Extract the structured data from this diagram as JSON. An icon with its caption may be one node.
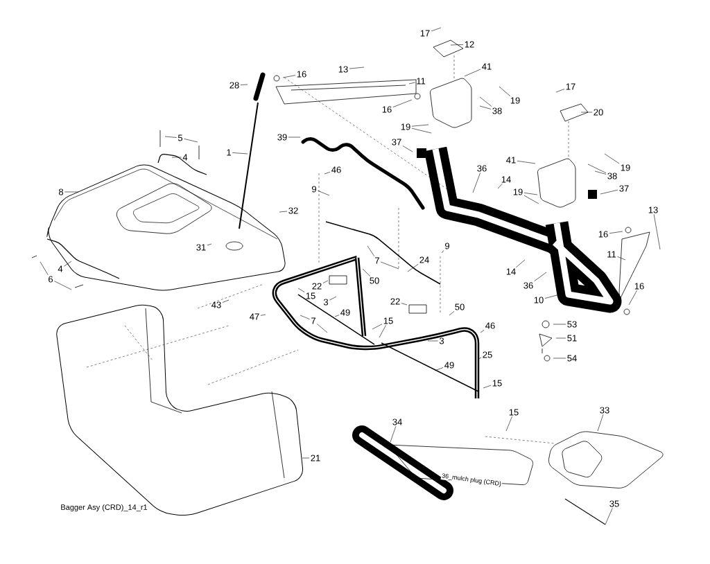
{
  "diagram": {
    "nodes": [
      {
        "text": [
          "17"
        ]
      },
      {
        "text": [
          "12"
        ]
      },
      {
        "text": [
          "41"
        ]
      },
      {
        "text": [
          "13"
        ]
      },
      {
        "text": [
          "16"
        ]
      },
      {
        "text": [
          "11"
        ]
      },
      {
        "text": [
          "28"
        ]
      },
      {
        "text": [
          "17"
        ]
      },
      {
        "text": [
          "19"
        ]
      },
      {
        "text": [
          "16"
        ]
      },
      {
        "text": [
          "38"
        ]
      },
      {
        "text": [
          "20"
        ]
      },
      {
        "text": [
          "19"
        ]
      },
      {
        "text": [
          "39"
        ]
      },
      {
        "text": [
          "5"
        ]
      },
      {
        "text": [
          "37"
        ]
      },
      {
        "text": [
          "4"
        ]
      },
      {
        "text": [
          "1"
        ]
      },
      {
        "text": [
          "41"
        ]
      },
      {
        "text": [
          "19"
        ]
      },
      {
        "text": [
          "36"
        ]
      },
      {
        "text": [
          "46"
        ]
      },
      {
        "text": [
          "38"
        ]
      },
      {
        "text": [
          "14"
        ]
      },
      {
        "text": [
          "37"
        ]
      },
      {
        "text": [
          "9"
        ]
      },
      {
        "text": [
          "19"
        ]
      },
      {
        "text": [
          "8"
        ]
      },
      {
        "text": [
          "13"
        ]
      },
      {
        "text": [
          "32"
        ]
      },
      {
        "text": [
          "16"
        ]
      },
      {
        "text": [
          "9"
        ]
      },
      {
        "text": [
          "31"
        ]
      },
      {
        "text": [
          "11"
        ]
      },
      {
        "text": [
          "24"
        ]
      },
      {
        "text": [
          "7"
        ]
      },
      {
        "text": [
          "4"
        ]
      },
      {
        "text": [
          "14"
        ]
      },
      {
        "text": [
          "6"
        ]
      },
      {
        "text": [
          "50"
        ]
      },
      {
        "text": [
          "36"
        ]
      },
      {
        "text": [
          "22"
        ]
      },
      {
        "text": [
          "16"
        ]
      },
      {
        "text": [
          "15"
        ]
      },
      {
        "text": [
          "10"
        ]
      },
      {
        "text": [
          "22"
        ]
      },
      {
        "text": [
          "3"
        ]
      },
      {
        "text": [
          "43"
        ]
      },
      {
        "text": [
          "50"
        ]
      },
      {
        "text": [
          "49"
        ]
      },
      {
        "text": [
          "47"
        ]
      },
      {
        "text": [
          "7"
        ]
      },
      {
        "text": [
          "15"
        ]
      },
      {
        "text": [
          "53"
        ]
      },
      {
        "text": [
          "46"
        ]
      },
      {
        "text": [
          "51"
        ]
      },
      {
        "text": [
          "3"
        ]
      },
      {
        "text": [
          "25"
        ]
      },
      {
        "text": [
          "54"
        ]
      },
      {
        "text": [
          "49"
        ]
      },
      {
        "text": [
          "15"
        ]
      },
      {
        "text": [
          "33"
        ]
      },
      {
        "text": [
          "15"
        ]
      },
      {
        "text": [
          "34"
        ]
      },
      {
        "text": [
          "21"
        ]
      },
      {
        "text": [
          "35"
        ]
      }
    ],
    "edges": [
      {
        "from": 0,
        "to": null,
        "arrow": "none"
      },
      {
        "from": 1,
        "to": null,
        "arrow": "none"
      },
      {
        "from": 2,
        "to": null,
        "arrow": "none"
      },
      {
        "from": 3,
        "to": null,
        "arrow": "none"
      },
      {
        "from": 4,
        "to": null,
        "arrow": "none"
      },
      {
        "from": 5,
        "to": null,
        "arrow": "none"
      },
      {
        "from": 6,
        "to": null,
        "arrow": "none"
      },
      {
        "from": 7,
        "to": null,
        "arrow": "none"
      },
      {
        "from": 8,
        "to": null,
        "arrow": "none"
      },
      {
        "from": 9,
        "to": null,
        "arrow": "none"
      },
      {
        "from": 10,
        "to": null,
        "arrow": "none"
      },
      {
        "from": 10,
        "to": null,
        "arrow": "none"
      },
      {
        "from": 11,
        "to": null,
        "arrow": "none"
      },
      {
        "from": 12,
        "to": null,
        "arrow": "none"
      },
      {
        "from": 12,
        "to": null,
        "arrow": "none"
      },
      {
        "from": 13,
        "to": null,
        "arrow": "none"
      },
      {
        "from": 14,
        "to": null,
        "arrow": "none"
      },
      {
        "from": 14,
        "to": null,
        "arrow": "none"
      },
      {
        "from": 15,
        "to": null,
        "arrow": "none"
      },
      {
        "from": 16,
        "to": null,
        "arrow": "none"
      },
      {
        "from": 17,
        "to": null,
        "arrow": "none"
      },
      {
        "from": 18,
        "to": null,
        "arrow": "none"
      },
      {
        "from": 19,
        "to": null,
        "arrow": "none"
      },
      {
        "from": 20,
        "to": null,
        "arrow": "none"
      },
      {
        "from": 21,
        "to": null,
        "arrow": "none"
      },
      {
        "from": 22,
        "to": null,
        "arrow": "none"
      },
      {
        "from": 22,
        "to": null,
        "arrow": "none"
      },
      {
        "from": 23,
        "to": null,
        "arrow": "none"
      },
      {
        "from": 24,
        "to": null,
        "arrow": "none"
      },
      {
        "from": 25,
        "to": null,
        "arrow": "none"
      },
      {
        "from": 26,
        "to": null,
        "arrow": "none"
      },
      {
        "from": 26,
        "to": null,
        "arrow": "none"
      },
      {
        "from": 27,
        "to": null,
        "arrow": "none"
      },
      {
        "from": 28,
        "to": null,
        "arrow": "none"
      },
      {
        "from": 29,
        "to": null,
        "arrow": "none"
      },
      {
        "from": 30,
        "to": null,
        "arrow": "none"
      },
      {
        "from": 31,
        "to": null,
        "arrow": "none"
      },
      {
        "from": 32,
        "to": null,
        "arrow": "none"
      },
      {
        "from": 33,
        "to": null,
        "arrow": "none"
      },
      {
        "from": 34,
        "to": null,
        "arrow": "none"
      },
      {
        "from": 35,
        "to": null,
        "arrow": "none"
      },
      {
        "from": 35,
        "to": null,
        "arrow": "none"
      },
      {
        "from": 36,
        "to": null,
        "arrow": "none"
      },
      {
        "from": 37,
        "to": null,
        "arrow": "none"
      },
      {
        "from": 38,
        "to": null,
        "arrow": "none"
      },
      {
        "from": 38,
        "to": null,
        "arrow": "none"
      },
      {
        "from": 39,
        "to": null,
        "arrow": "none"
      },
      {
        "from": 40,
        "to": null,
        "arrow": "none"
      },
      {
        "from": 41,
        "to": null,
        "arrow": "none"
      },
      {
        "from": 42,
        "to": null,
        "arrow": "none"
      },
      {
        "from": 43,
        "to": null,
        "arrow": "none"
      },
      {
        "from": 44,
        "to": null,
        "arrow": "none"
      },
      {
        "from": 45,
        "to": null,
        "arrow": "none"
      },
      {
        "from": 46,
        "to": null,
        "arrow": "none"
      },
      {
        "from": 47,
        "to": null,
        "arrow": "none"
      },
      {
        "from": 48,
        "to": null,
        "arrow": "none"
      },
      {
        "from": 49,
        "to": null,
        "arrow": "none"
      },
      {
        "from": 50,
        "to": null,
        "arrow": "none"
      },
      {
        "from": 51,
        "to": null,
        "arrow": "none"
      },
      {
        "from": 51,
        "to": null,
        "arrow": "none"
      },
      {
        "from": 52,
        "to": null,
        "arrow": "none"
      },
      {
        "from": 52,
        "to": null,
        "arrow": "none"
      },
      {
        "from": 53,
        "to": null,
        "arrow": "none"
      },
      {
        "from": 54,
        "to": null,
        "arrow": "none"
      },
      {
        "from": 55,
        "to": null,
        "arrow": "none"
      },
      {
        "from": 56,
        "to": null,
        "arrow": "none"
      },
      {
        "from": 57,
        "to": null,
        "arrow": "none"
      },
      {
        "from": 58,
        "to": null,
        "arrow": "none"
      },
      {
        "from": 59,
        "to": null,
        "arrow": "none"
      },
      {
        "from": 60,
        "to": null,
        "arrow": "none"
      },
      {
        "from": 61,
        "to": null,
        "arrow": "none"
      },
      {
        "from": 62,
        "to": null,
        "arrow": "none"
      },
      {
        "from": 63,
        "to": null,
        "arrow": "none"
      },
      {
        "from": 64,
        "to": null,
        "arrow": "none"
      },
      {
        "from": 65,
        "to": null,
        "arrow": "none"
      }
    ],
    "labels": [
      "Bagger Asy (CRD)_14_r1",
      "36_mulch plug (CRD)"
    ]
  }
}
